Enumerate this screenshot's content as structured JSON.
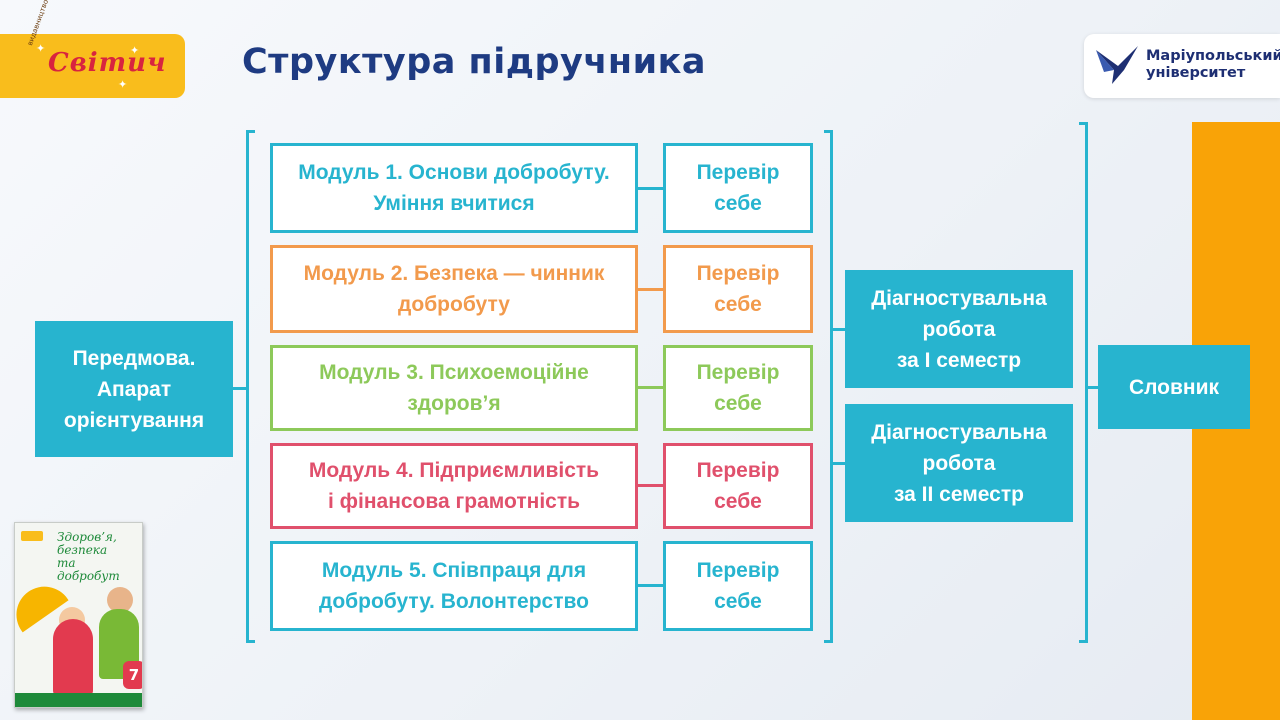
{
  "header": {
    "title": "Структура підручника",
    "publisher": "Світич",
    "publisher_arc": "видавництво",
    "university": [
      "Маріупольський",
      "університет"
    ]
  },
  "intro": {
    "lines": [
      "Передмова.",
      "Апарат",
      "орієнтування"
    ]
  },
  "modules": [
    {
      "lines": [
        "Модуль 1. Основи добробуту.",
        "Уміння вчитися"
      ],
      "check": [
        "Перевір",
        "себе"
      ],
      "color": "#27b4cf"
    },
    {
      "lines": [
        "Модуль 2. Безпека — чинник",
        "добробуту"
      ],
      "check": [
        "Перевір",
        "себе"
      ],
      "color": "#f29a4c"
    },
    {
      "lines": [
        "Модуль 3. Психоемоційне",
        "здоров’я"
      ],
      "check": [
        "Перевір",
        "себе"
      ],
      "color": "#8dc95a"
    },
    {
      "lines": [
        "Модуль 4. Підприємливість",
        "і фінансова грамотність"
      ],
      "check": [
        "Перевір",
        "себе"
      ],
      "color": "#e0506c"
    },
    {
      "lines": [
        "Модуль 5. Співпраця для",
        "добробуту. Волонтерство"
      ],
      "check": [
        "Перевір",
        "себе"
      ],
      "color": "#27b4cf"
    }
  ],
  "diagnostics": [
    {
      "lines": [
        "Діагностувальна",
        "робота",
        "за І семестр"
      ]
    },
    {
      "lines": [
        "Діагностувальна",
        "робота",
        "за ІІ семестр"
      ]
    }
  ],
  "glossary": {
    "label": "Словник"
  },
  "book": {
    "title": [
      "Здоров’я,",
      "безпека",
      "та добробут"
    ],
    "grade": "7"
  },
  "colors": {
    "accent": "#27b4cf",
    "title": "#1e3b82",
    "orange": "#f9a307",
    "badge": "#f9bd1c"
  }
}
